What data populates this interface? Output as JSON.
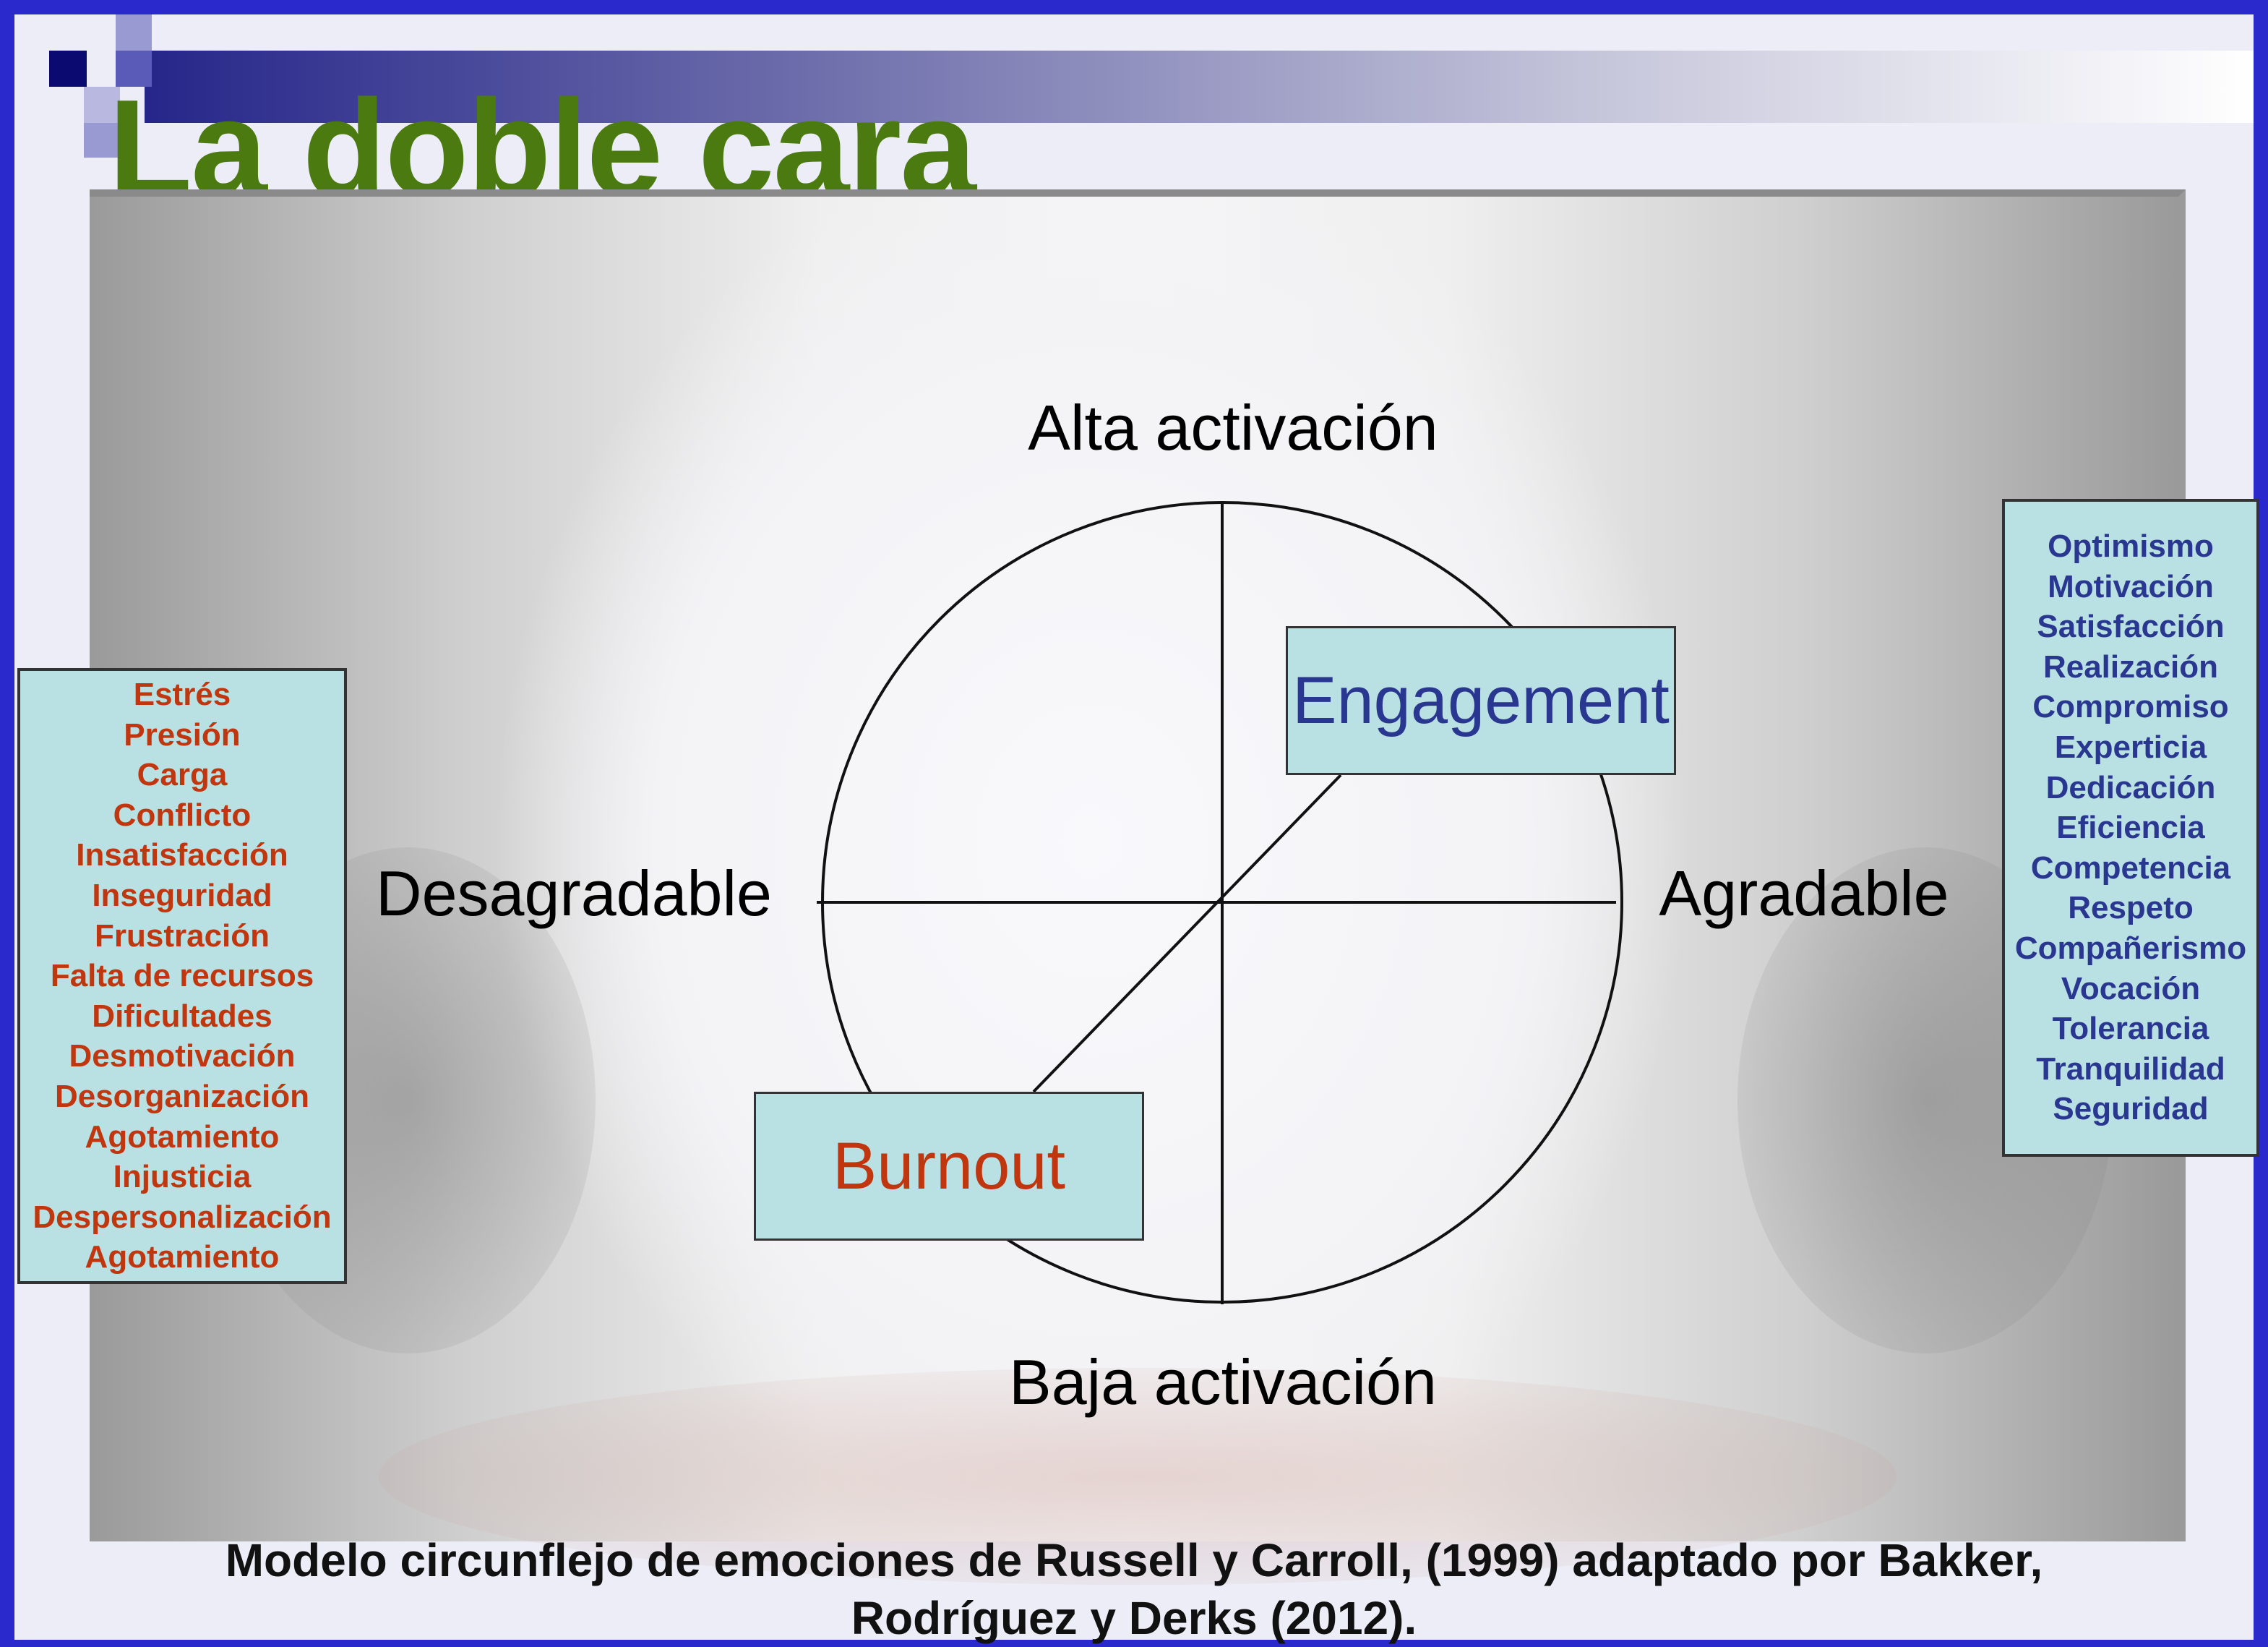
{
  "title": "La doble cara",
  "axes": {
    "top": "Alta activación",
    "bottom": "Baja activación",
    "left": "Desagradable",
    "right": "Agradable"
  },
  "boxes": {
    "engagement": "Engagement",
    "burnout": "Burnout"
  },
  "negative_list": [
    "Estrés",
    "Presión",
    "Carga",
    "Conflicto",
    "Insatisfacción",
    "Inseguridad",
    "Frustración",
    "Falta de recursos",
    "Dificultades",
    "Desmotivación",
    "Desorganización",
    "Agotamiento",
    "Injusticia",
    "Despersonalización",
    "Agotamiento"
  ],
  "positive_list": [
    "Optimismo",
    "Motivación",
    "Satisfacción",
    "Realización",
    "Compromiso",
    "Experticia",
    "Dedicación",
    "Eficiencia",
    "Competencia",
    "Respeto",
    "Compañerismo",
    "Vocación",
    "Tolerancia",
    "Tranquilidad",
    "Seguridad"
  ],
  "caption_lines": [
    "Modelo circunflejo de emociones de Russell y Carroll, (1999) adaptado por Bakker,",
    "Rodríguez y Derks (2012)."
  ],
  "colors": {
    "title": "#4b7a10",
    "negative": "#c0360e",
    "positive": "#2a3790",
    "box_fill": "#b9e0e2",
    "frame": "#2a2acc"
  }
}
